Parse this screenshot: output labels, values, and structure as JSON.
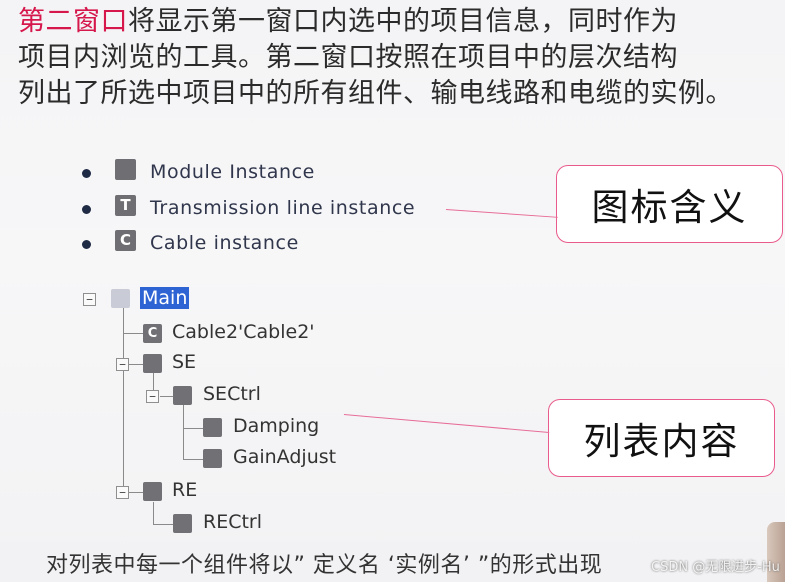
{
  "intro": {
    "highlight": "第二窗口",
    "line1_rest": "将显示第一窗口内选中的项目信息，同时作为",
    "line2": "项目内浏览的工具。第二窗口按照在项目中的层次结构",
    "line3": "列出了所选中项目中的所有组件、输电线路和电缆的实例。"
  },
  "legend": {
    "items": [
      {
        "icon_letter": "",
        "icon": "module-icon",
        "label": "Module Instance"
      },
      {
        "icon_letter": "T",
        "icon": "transmission-icon",
        "label": "Transmission line instance"
      },
      {
        "icon_letter": "C",
        "icon": "cable-icon",
        "label": "Cable instance"
      }
    ]
  },
  "callouts": {
    "icon_meaning": "图标含义",
    "list_content": "列表内容"
  },
  "tree": {
    "main": "Main",
    "cable": "Cable2'Cable2'",
    "cable_icon_letter": "C",
    "se": "SE",
    "sectrl": "SECtrl",
    "damping": "Damping",
    "gainadjust": "GainAdjust",
    "re": "RE",
    "rectrl": "RECtrl",
    "toggle_symbol": "−"
  },
  "footer": {
    "text": "对列表中每一个组件将以” 定义名  ‘实例名’ ”的形式出现"
  },
  "watermark": "CSDN @无限进步-Hu"
}
